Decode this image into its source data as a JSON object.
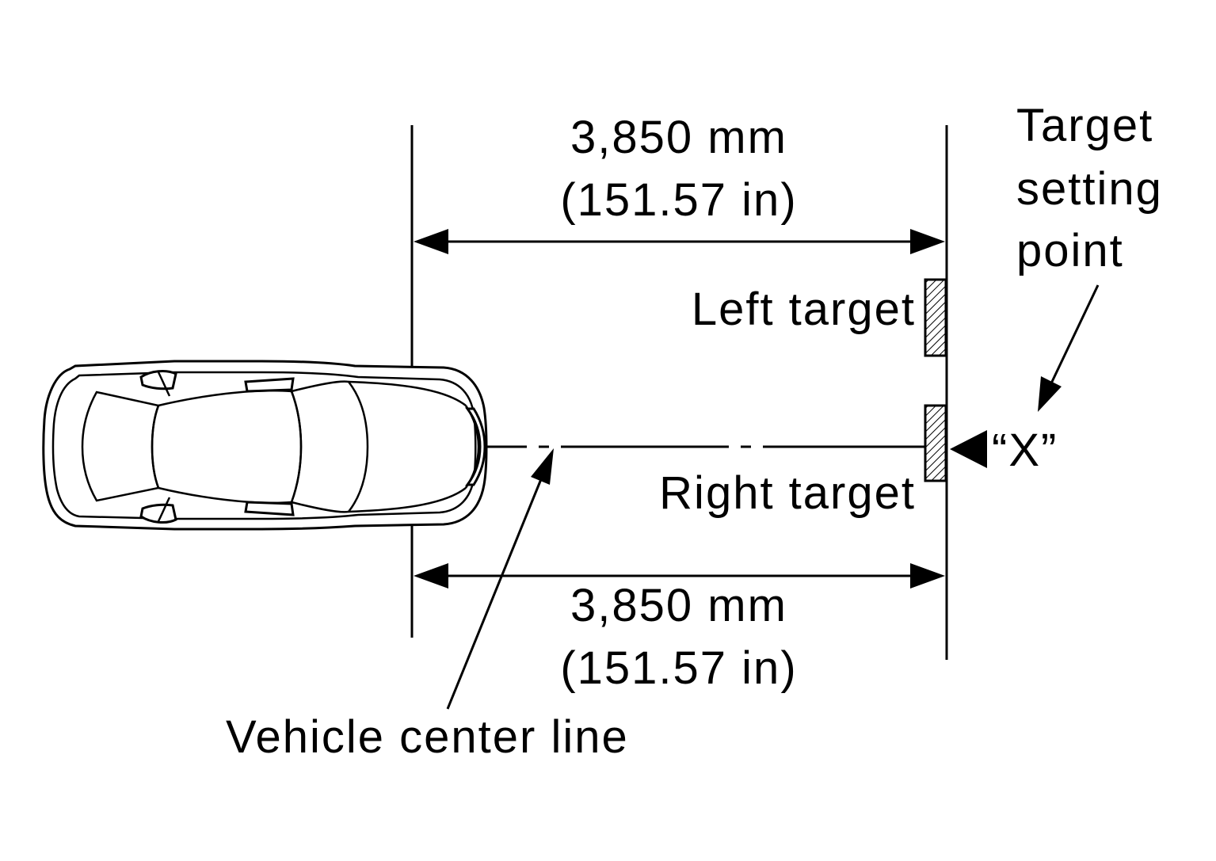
{
  "dimensions": {
    "top_mm": "3,850 mm",
    "top_in": "(151.57 in)",
    "bottom_mm": "3,850 mm",
    "bottom_in": "(151.57 in)"
  },
  "targets": {
    "left_label": "Left target",
    "right_label": "Right target"
  },
  "setting_point": {
    "line1": "Target",
    "line2": "setting",
    "line3": "point",
    "marker": "“X”"
  },
  "center_line": {
    "label": "Vehicle center line"
  },
  "colors": {
    "ink": "#000000",
    "background": "#ffffff"
  }
}
